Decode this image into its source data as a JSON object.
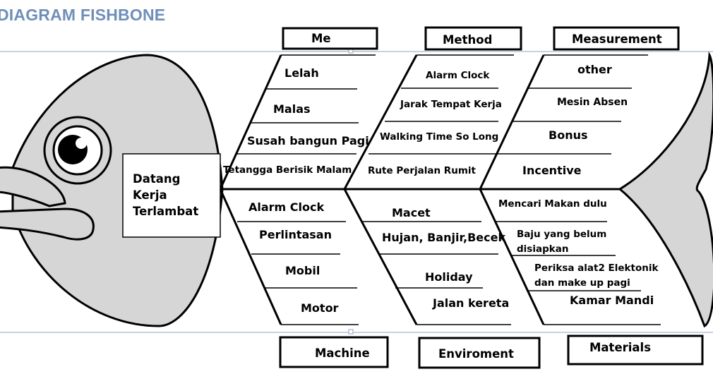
{
  "title": "DIAGRAM FISHBONE",
  "effect": {
    "line1": "Datang",
    "line2": "Kerja",
    "line3": "Terlambat"
  },
  "categories": {
    "me": "Me",
    "method": "Method",
    "measurement": "Measurement",
    "machine": "Machine",
    "environment": "Enviroment",
    "materials": "Materials"
  },
  "causes": {
    "me": [
      "Lelah",
      "Malas",
      "Susah bangun Pagi",
      "Tetangga Berisik Malam"
    ],
    "method": [
      "Alarm Clock",
      "Jarak  Tempat Kerja",
      "Walking Time So Long",
      "Rute Perjalan Rumit"
    ],
    "measurement": [
      "other",
      "Mesin Absen",
      "Bonus",
      "Incentive"
    ],
    "machine": [
      "Alarm Clock",
      "Perlintasan",
      "Mobil",
      "Motor"
    ],
    "environment": [
      "Macet",
      "Hujan, Banjir,Becek",
      "Holiday",
      "Jalan kereta"
    ],
    "materials": {
      "item1": "Mencari Makan dulu",
      "item2_line1": "Baju yang belum",
      "item2_line2": "disiapkan",
      "item3_line1": "Periksa alat2 Elektonik",
      "item3_line2": "dan make up pagi",
      "item4": "Kamar Mandi"
    }
  },
  "colors": {
    "title": "#6f8fb9",
    "fish_fill": "#d6d6d6",
    "line": "#000000",
    "frame": "#8ea5c4"
  }
}
